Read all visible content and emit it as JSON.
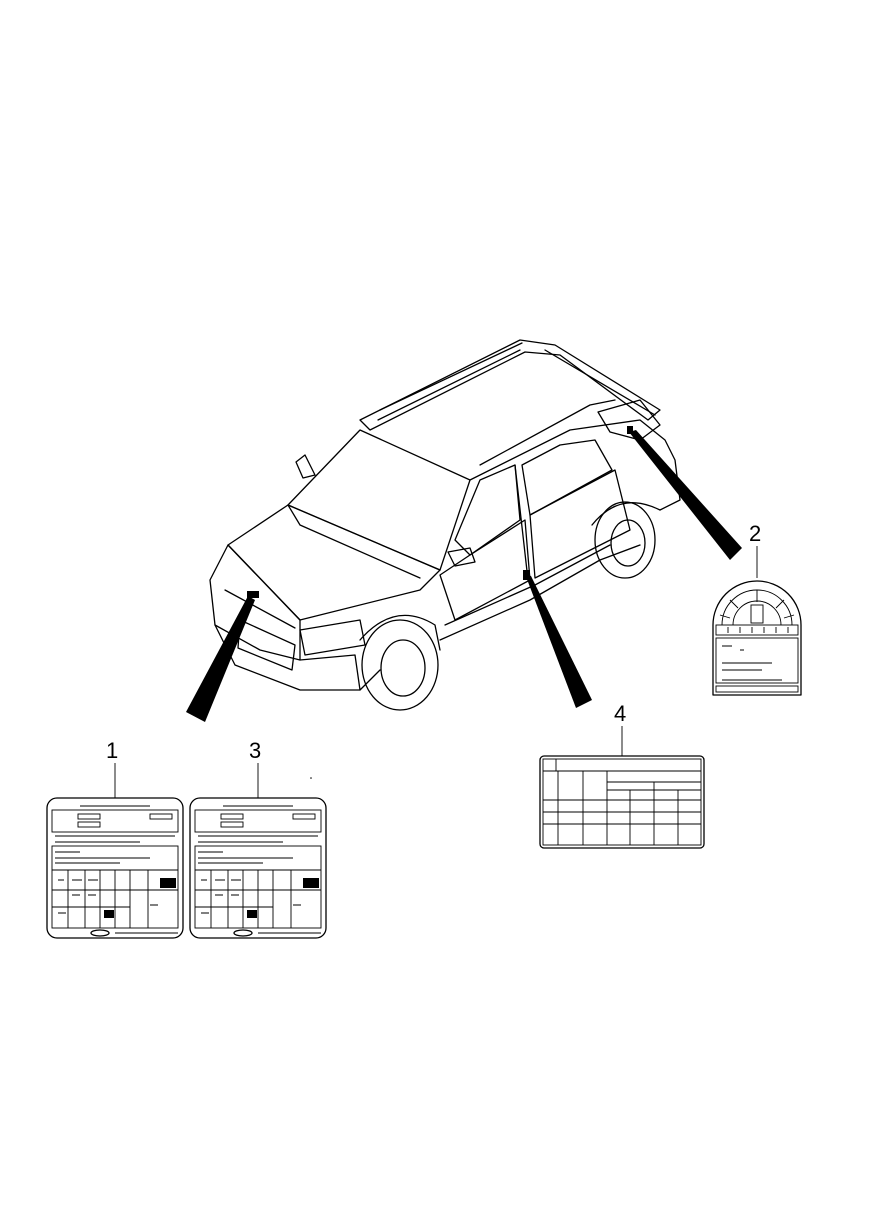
{
  "callouts": [
    {
      "number": "1"
    },
    {
      "number": "2"
    },
    {
      "number": "3"
    },
    {
      "number": "4"
    }
  ],
  "icons": [
    "vehicle-outline-icon",
    "label-pointer-icon"
  ],
  "colors": {
    "line": "#000000",
    "background": "#ffffff"
  }
}
